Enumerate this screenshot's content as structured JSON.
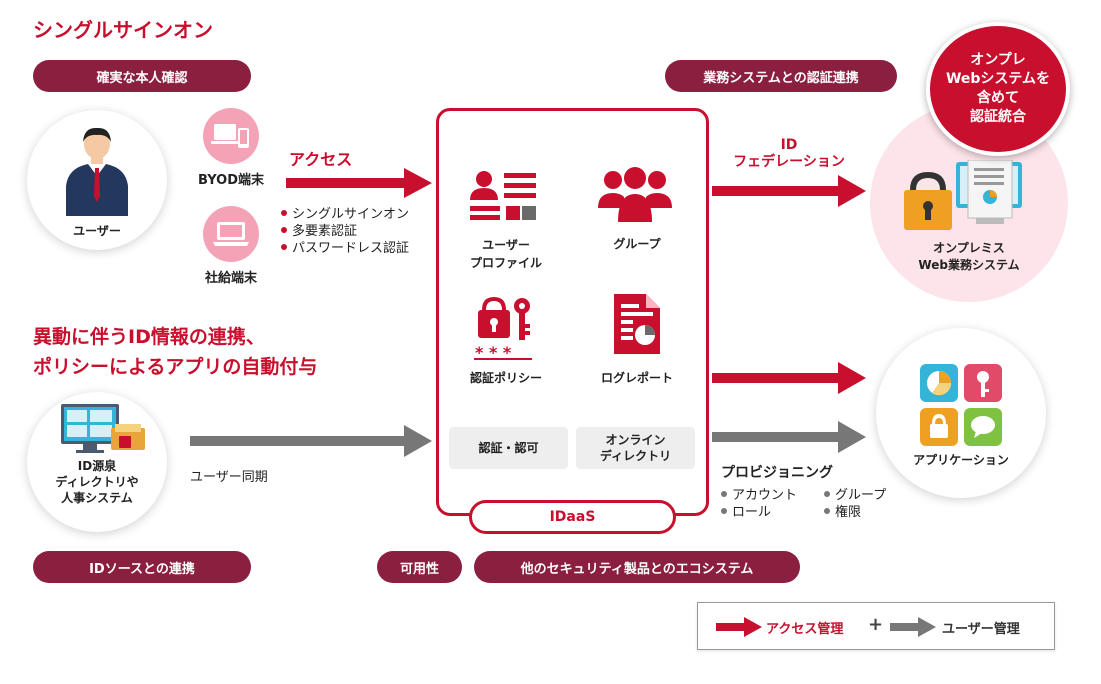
{
  "title": "シングルサインオン",
  "headline2": [
    "異動に伴うID情報の連携、",
    "ポリシーによるアプリの自動付与"
  ],
  "pills": {
    "identity": "確実な本人確認",
    "business": "業務システムとの認証連携",
    "id_source": "IDソースとの連携",
    "availability": "可用性",
    "ecosystem": "他のセキュリティ製品とのエコシステム"
  },
  "user": {
    "label": "ユーザー"
  },
  "devices": {
    "byod": "BYOD端末",
    "company": "社給端末"
  },
  "access_label": "アクセス",
  "access_features": [
    "シングルサインオン",
    "多要素認証",
    "パスワードレス認証"
  ],
  "idaas": {
    "name": "IDaaS",
    "items": [
      {
        "label_lines": [
          "ユーザー",
          "プロファイル"
        ],
        "icon": "user-profile-icon"
      },
      {
        "label_lines": [
          "グループ"
        ],
        "icon": "group-icon"
      },
      {
        "label_lines": [
          "認証ポリシー"
        ],
        "icon": "auth-policy-icon"
      },
      {
        "label_lines": [
          "ログレポート"
        ],
        "icon": "log-report-icon"
      }
    ],
    "boxes": [
      {
        "label_lines": [
          "認証・認可"
        ]
      },
      {
        "label_lines": [
          "オンライン",
          "ディレクトリ"
        ]
      }
    ]
  },
  "federation_label": [
    "ID",
    "フェデレーション"
  ],
  "onprem_badge": [
    "オンプレ",
    "Webシステムを",
    "含めて",
    "認証統合"
  ],
  "onprem": {
    "label_lines": [
      "オンプレミス",
      "Web業務システム"
    ]
  },
  "id_source": {
    "label_lines": [
      "ID源泉",
      "ディレクトリや",
      "人事システム"
    ]
  },
  "user_sync_label": "ユーザー同期",
  "applications": {
    "label": "アプリケーション"
  },
  "provisioning": {
    "title": "プロビジョニング",
    "items": [
      "アカウント",
      "ロール",
      "グループ",
      "権限"
    ]
  },
  "legend": {
    "access": "アクセス管理",
    "plus": "+",
    "user": "ユーザー管理"
  },
  "colors": {
    "accent": "#c8102e",
    "pill": "#8b1f3f",
    "gray_arrow": "#777777",
    "pink_bg": "#fde4ea"
  }
}
